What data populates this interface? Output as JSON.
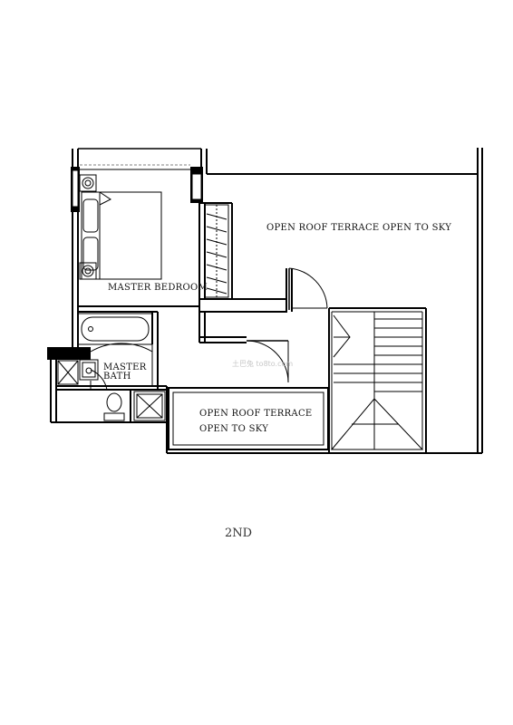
{
  "rooms": {
    "open_roof_terrace_upper": "OPEN ROOF TERRACE OPEN TO SKY",
    "master_bedroom": "MASTER BEDROOM",
    "master_bath_line1": "MASTER",
    "master_bath_line2": "BATH",
    "open_roof_terrace_lower_line1": "OPEN ROOF TERRACE",
    "open_roof_terrace_lower_line2": "OPEN TO SKY"
  },
  "floor_label": "2ND",
  "watermark": "土巴兔 to8to.com"
}
